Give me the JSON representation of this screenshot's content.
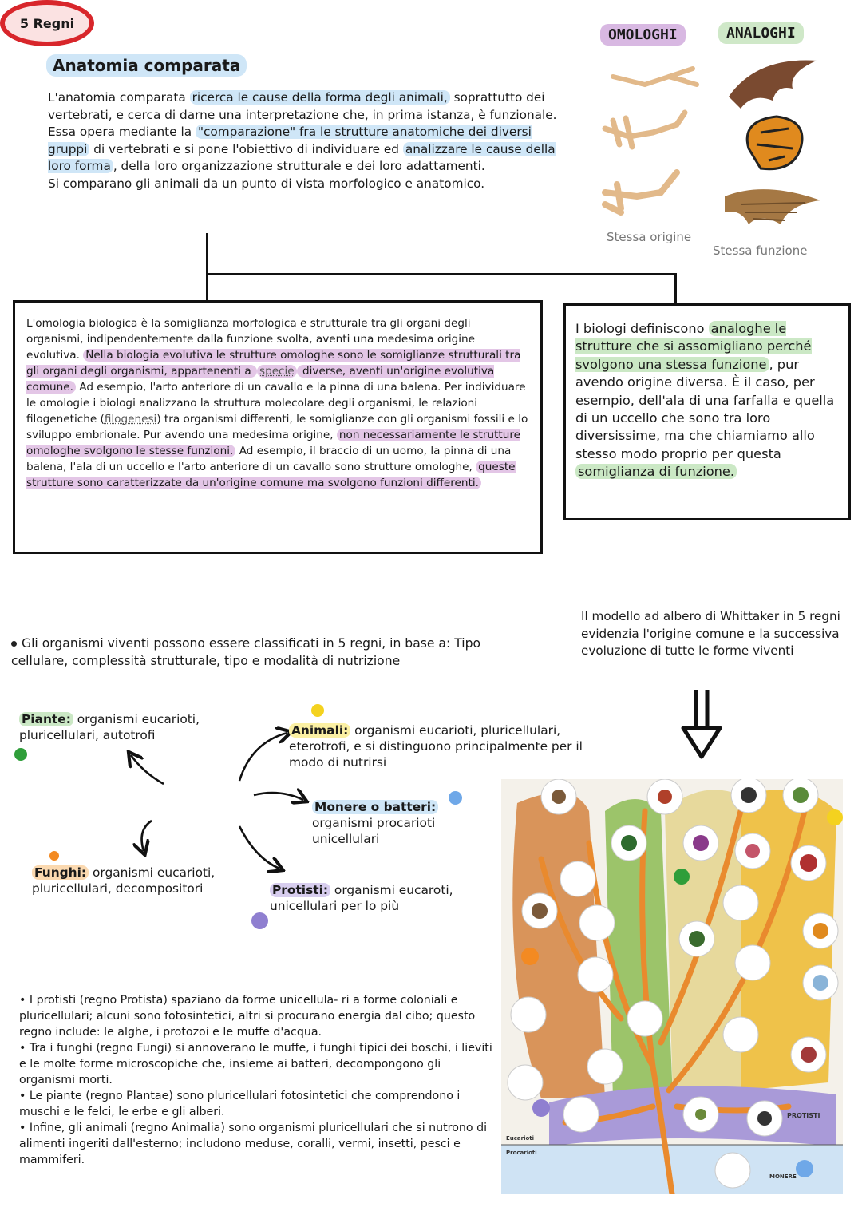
{
  "title": "Anatomia comparata",
  "intro": {
    "p1a": "L'anatomia comparata ",
    "p1b": "ricerca le cause della forma degli animali,",
    "p1c": " soprattutto dei vertebrati, e cerca di darne una interpretazione che, in prima istanza, è funzionale.",
    "p2a": "Essa opera mediante la ",
    "p2b": "\"comparazione\" fra le strutture anatomiche dei diversi gruppi",
    "p2c": " di vertebrati e si pone l'obiettivo di individuare ed ",
    "p2d": "analizzare le cause della loro forma",
    "p2e": ", della loro organizzazione strutturale e dei loro adattamenti.",
    "p3": "Si comparano gli animali da un punto di vista morfologico e anatomico."
  },
  "figure": {
    "omologhi": "OMOLOGHI",
    "analoghi": "ANALOGHI",
    "stessa_origine": "Stessa origine",
    "stessa_funzione": "Stessa funzione"
  },
  "omologia": {
    "a": "L'omologia biologica è la somiglianza morfologica e strutturale tra gli organi degli organismi, indipendentemente dalla funzione svolta, aventi una medesima origine evolutiva. ",
    "b": "Nella biologia evolutiva le strutture omologhe sono le somiglianze strutturali tra gli organi degli organismi, appartenenti a ",
    "specie": "specie",
    "c": " diverse, aventi un'origine evolutiva comune.",
    "d": " Ad esempio, l'arto anteriore di un cavallo e la pinna di una balena. Per individuare le omologie i biologi analizzano la struttura molecolare degli organismi, le relazioni filogenetiche (",
    "filogenesi": "filogenesi",
    "e": ") tra organismi differenti, le somiglianze con gli organismi fossili e lo sviluppo embrionale. Pur avendo una medesima origine, ",
    "f": "non necessariamente le strutture omologhe svolgono le stesse funzioni.",
    "g": " Ad esempio, il braccio di un uomo, la pinna di una balena, l'ala di un uccello e l'arto anteriore di un cavallo sono strutture omologhe, ",
    "h": "queste strutture sono caratterizzate da un'origine comune ma svolgono funzioni differenti."
  },
  "analogia": {
    "a": "I biologi definiscono ",
    "b": "analoghe le strutture che si assomigliano perché svolgono una stessa funzione",
    "c": ", pur avendo origine diversa. È il caso, per esempio, dell'ala di una farfalla e quella di un uccello che sono tra loro diversissime, ma che chiamiamo allo stesso modo proprio per questa ",
    "d": "somiglianza di funzione."
  },
  "regni_intro": "Gli organismi viventi possono essere classificati in 5 regni, in base a: Tipo cellulare, complessità strutturale, tipo e modalità di nutrizione",
  "whittaker": "Il modello ad albero di Whittaker in 5 regni evidenzia l'origine comune e la successiva evoluzione di tutte le forme viventi",
  "mindmap": {
    "center": "5 Regni",
    "piante_label": "Piante:",
    "piante_text": " organismi eucarioti, pluricellulari, autotrofi",
    "animali_label": "Animali:",
    "animali_text": " organismi eucarioti, pluricellulari, eterotrofi, e si distinguono principalmente per il modo di nutrirsi",
    "monere_label": "Monere o batteri:",
    "monere_text": " organismi procarioti unicellulari",
    "funghi_label": "Funghi:",
    "funghi_text": " organismi eucarioti, pluricellulari, decompositori",
    "protisti_label": "Protisti:",
    "protisti_text": " organismi eucaroti, unicellulari per lo più"
  },
  "bullets": [
    "• I protisti (regno Protista) spaziano da forme unicellula- ri a forme coloniali e pluricellulari; alcuni sono fotosintetici, altri si procurano energia dal cibo; questo regno include: le alghe, i protozoi e le muffe d'acqua.",
    "• Tra i funghi (regno Fungi) si annoverano le muffe, i funghi tipici dei boschi, i lieviti e le molte forme microscopiche che, insieme ai batteri, decompongono gli organismi morti.",
    "• Le piante (regno Plantae) sono pluricellulari fotosintetici che comprendono i muschi e le felci, le erbe e gli alberi.",
    "• Infine, gli animali (regno Animalia) sono organismi pluricellulari che si nutrono di alimenti ingeriti dall'esterno; includono meduse, coralli, vermi, insetti, pesci e mammiferi."
  ],
  "tree_labels": {
    "protisti": "PROTISTI",
    "eucarioti": "Eucarioti",
    "procarioti": "Procarioti",
    "monere": "MONERE"
  },
  "colors": {
    "blue_hl": "#cfe6f7",
    "pink_hl": "#e3c6e6",
    "green_hl": "#cbe8c5",
    "red_ring": "#d8262b"
  }
}
